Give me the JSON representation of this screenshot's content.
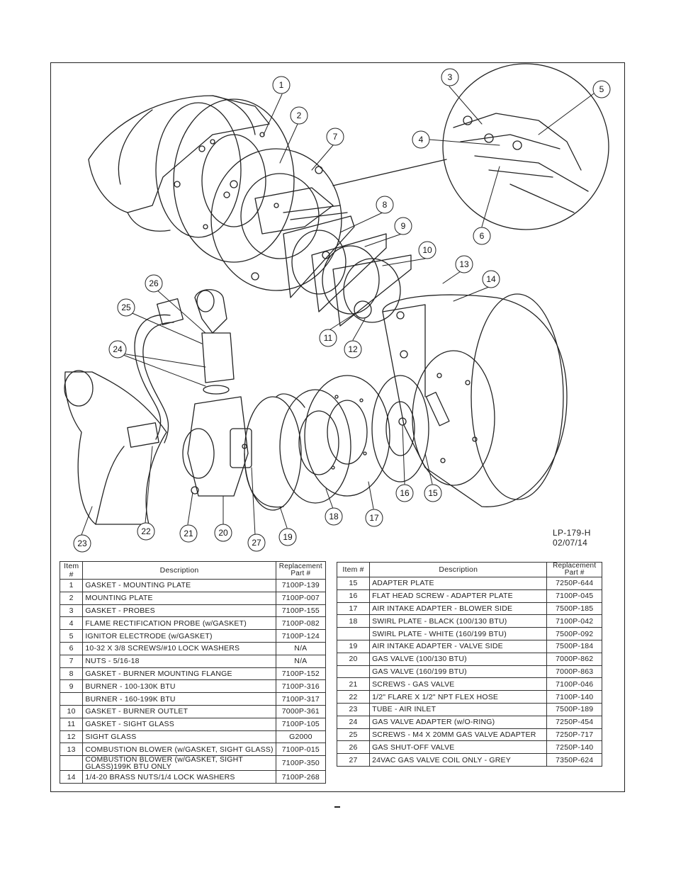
{
  "drawing": {
    "callouts": [
      "1",
      "2",
      "3",
      "4",
      "5",
      "6",
      "7",
      "8",
      "9",
      "10",
      "11",
      "12",
      "13",
      "14",
      "15",
      "16",
      "17",
      "18",
      "19",
      "20",
      "21",
      "22",
      "23",
      "24",
      "25",
      "26",
      "27"
    ],
    "label_code": "LP-179-H",
    "label_date": "02/07/14"
  },
  "tables": {
    "headers": {
      "item": "Item #",
      "description": "Description",
      "part": "Replacement Part #"
    },
    "left_rows": [
      {
        "item": "1",
        "description": "GASKET - MOUNTING PLATE",
        "part": "7100P-139"
      },
      {
        "item": "2",
        "description": "MOUNTING PLATE",
        "part": "7100P-007"
      },
      {
        "item": "3",
        "description": "GASKET - PROBES",
        "part": "7100P-155"
      },
      {
        "item": "4",
        "description": "FLAME RECTIFICATION PROBE (w/GASKET)",
        "part": "7100P-082"
      },
      {
        "item": "5",
        "description": "IGNITOR ELECTRODE (w/GASKET)",
        "part": "7100P-124"
      },
      {
        "item": "6",
        "description": "10-32 X 3/8 SCREWS/#10 LOCK WASHERS",
        "part": "N/A"
      },
      {
        "item": "7",
        "description": "NUTS - 5/16-18",
        "part": "N/A"
      },
      {
        "item": "8",
        "description": "GASKET - BURNER MOUNTING FLANGE",
        "part": "7100P-152"
      },
      {
        "item": "9",
        "description": "BURNER - 100-130K BTU",
        "part": "7100P-316"
      },
      {
        "item": "",
        "description": "BURNER - 160-199K BTU",
        "part": "7100P-317"
      },
      {
        "item": "10",
        "description": "GASKET - BURNER OUTLET",
        "part": "7000P-361"
      },
      {
        "item": "11",
        "description": "GASKET - SIGHT GLASS",
        "part": "7100P-105"
      },
      {
        "item": "12",
        "description": "SIGHT GLASS",
        "part": "G2000"
      },
      {
        "item": "13",
        "description": "COMBUSTION BLOWER (w/GASKET, SIGHT GLASS)",
        "part": "7100P-015"
      },
      {
        "item": "",
        "description": "COMBUSTION BLOWER (w/GASKET, SIGHT GLASS)199K BTU ONLY",
        "part": "7100P-350"
      },
      {
        "item": "14",
        "description": "1/4-20 BRASS NUTS/1/4 LOCK WASHERS",
        "part": "7100P-268"
      }
    ],
    "right_rows": [
      {
        "item": "15",
        "description": "ADAPTER PLATE",
        "part": "7250P-644"
      },
      {
        "item": "16",
        "description": "FLAT HEAD SCREW - ADAPTER PLATE",
        "part": "7100P-045"
      },
      {
        "item": "17",
        "description": "AIR INTAKE ADAPTER - BLOWER SIDE",
        "part": "7500P-185"
      },
      {
        "item": "18",
        "description": "SWIRL PLATE - BLACK (100/130 BTU)",
        "part": "7100P-042"
      },
      {
        "item": "",
        "description": "SWIRL PLATE - WHITE (160/199 BTU)",
        "part": "7500P-092"
      },
      {
        "item": "19",
        "description": "AIR INTAKE ADAPTER - VALVE SIDE",
        "part": "7500P-184"
      },
      {
        "item": "20",
        "description": "GAS VALVE (100/130 BTU)",
        "part": "7000P-862"
      },
      {
        "item": "",
        "description": "GAS VALVE (160/199 BTU)",
        "part": "7000P-863"
      },
      {
        "item": "21",
        "description": "SCREWS - GAS VALVE",
        "part": "7100P-046"
      },
      {
        "item": "22",
        "description": "1/2\" FLARE X 1/2\" NPT FLEX HOSE",
        "part": "7100P-140"
      },
      {
        "item": "23",
        "description": "TUBE - AIR INLET",
        "part": "7500P-189"
      },
      {
        "item": "24",
        "description": "GAS VALVE ADAPTER (w/O-RING)",
        "part": "7250P-454"
      },
      {
        "item": "25",
        "description": "SCREWS - M4 X 20MM GAS VALVE ADAPTER",
        "part": "7250P-717"
      },
      {
        "item": "26",
        "description": "GAS SHUT-OFF VALVE",
        "part": "7250P-140"
      },
      {
        "item": "27",
        "description": "24VAC GAS VALVE COIL ONLY - GREY",
        "part": "7350P-624"
      }
    ]
  },
  "footer": {
    "page_mark": "–"
  }
}
